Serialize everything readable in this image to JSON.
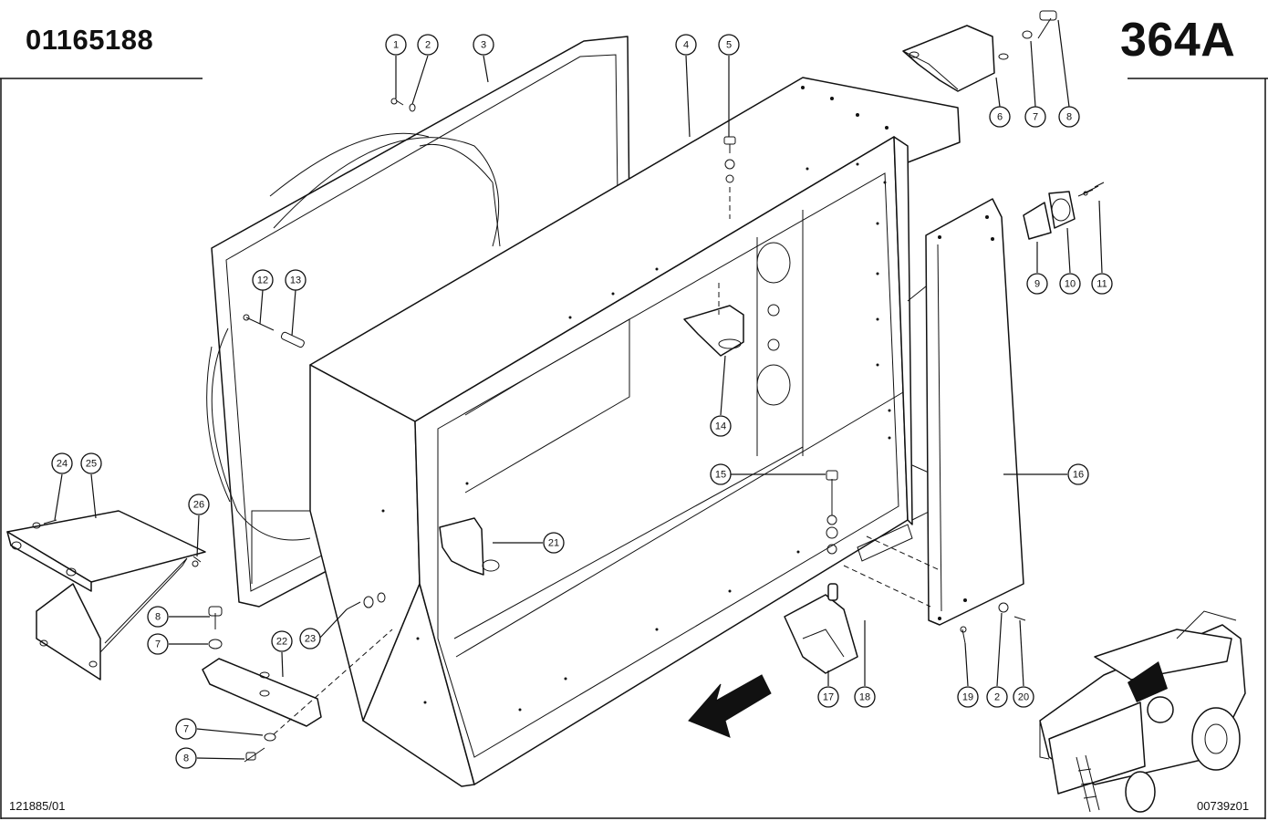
{
  "header": {
    "part_number": "01165188",
    "group_number": "364A"
  },
  "footer": {
    "illustration_ref": "121885/01",
    "drawing_ref": "00739z01"
  },
  "callouts": [
    "1",
    "2",
    "3",
    "4",
    "5",
    "6",
    "7",
    "8",
    "9",
    "10",
    "11",
    "12",
    "13",
    "14",
    "15",
    "16",
    "17",
    "18",
    "19",
    "2",
    "20",
    "21",
    "22",
    "23",
    "24",
    "25",
    "26",
    "8",
    "7",
    "7",
    "8"
  ]
}
